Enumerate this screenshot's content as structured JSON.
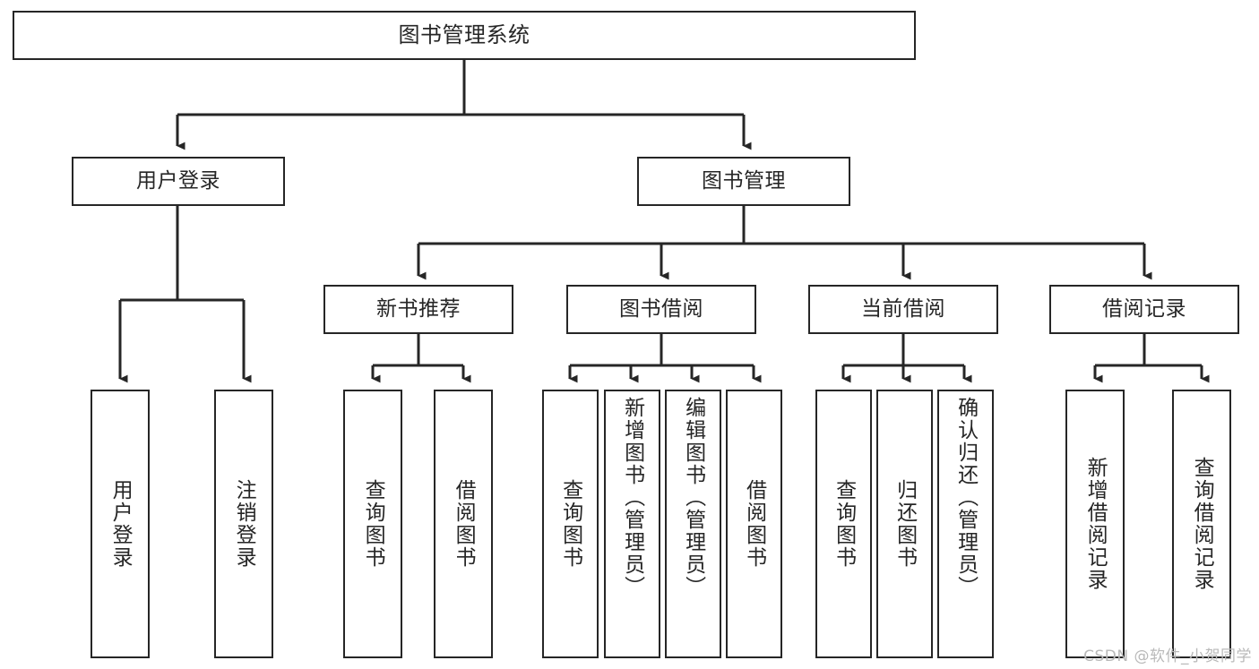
{
  "diagram": {
    "title": "图书管理系统",
    "watermark": "CSDN @软件_小贺同学",
    "colors": {
      "background": "#ffffff",
      "stroke": "#262626",
      "text": "#262626",
      "watermark": "#b9b9b9"
    },
    "root": {
      "label": "图书管理系统"
    },
    "level2": [
      {
        "label": "用户登录"
      },
      {
        "label": "图书管理"
      }
    ],
    "level3": [
      {
        "label": "新书推荐"
      },
      {
        "label": "图书借阅"
      },
      {
        "label": "当前借阅"
      },
      {
        "label": "借阅记录"
      }
    ],
    "leaves": {
      "user_login": [
        {
          "label": "用户登录"
        },
        {
          "label": "注销登录"
        }
      ],
      "new_book_recommend": [
        {
          "label": "查询图书"
        },
        {
          "label": "借阅图书"
        }
      ],
      "book_borrow": [
        {
          "label": "查询图书"
        },
        {
          "label": "新增图书（管理员）"
        },
        {
          "label": "编辑图书（管理员）"
        },
        {
          "label": "借阅图书"
        }
      ],
      "current_borrow": [
        {
          "label": "查询图书"
        },
        {
          "label": "归还图书"
        },
        {
          "label": "确认归还（管理员）"
        }
      ],
      "borrow_record": [
        {
          "label": "新增借阅记录"
        },
        {
          "label": "查询借阅记录"
        }
      ]
    }
  }
}
